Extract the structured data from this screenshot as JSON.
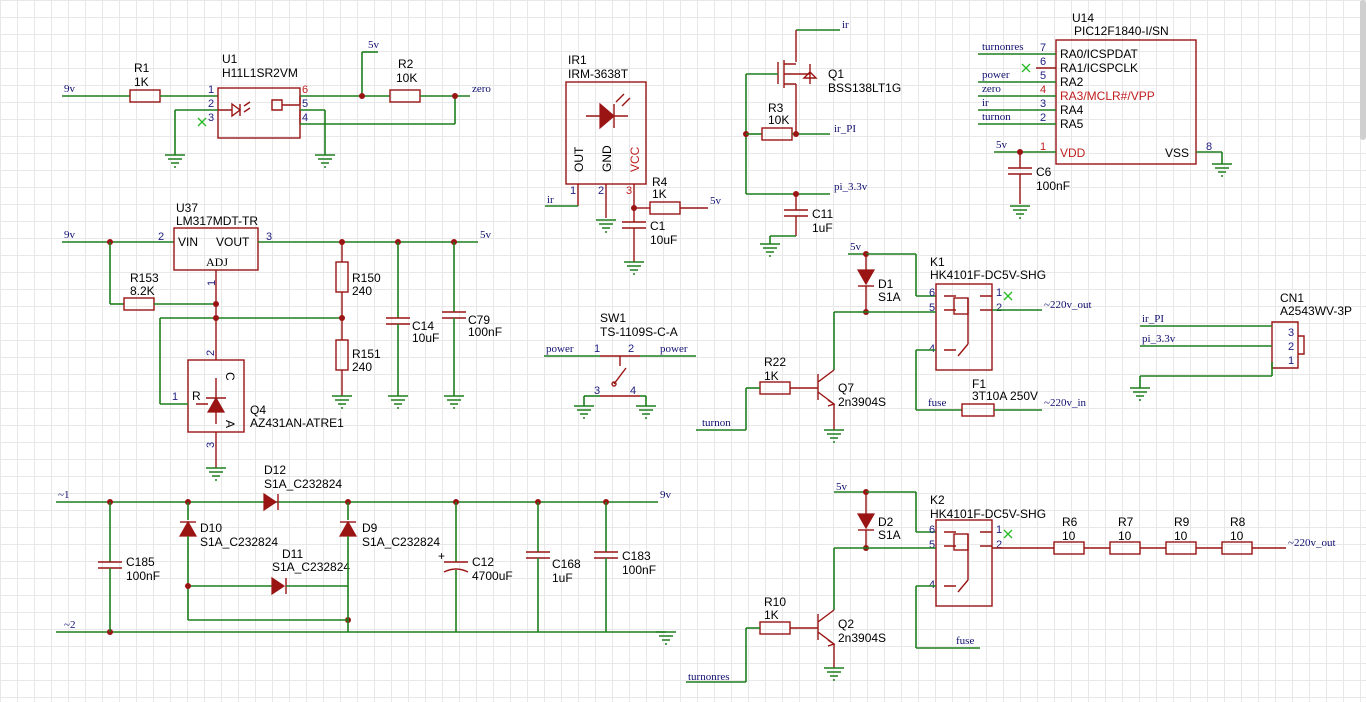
{
  "comps": {
    "R1": {
      "ref": "R1",
      "val": "1K"
    },
    "U1": {
      "ref": "U1",
      "val": "H11L1SR2VM"
    },
    "R2": {
      "ref": "R2",
      "val": "10K"
    },
    "IR1": {
      "ref": "IR1",
      "val": "IRM-3638T",
      "p1": "OUT",
      "p2": "GND",
      "p3": "VCC"
    },
    "C1": {
      "ref": "C1",
      "val": "10uF"
    },
    "R4": {
      "ref": "R4",
      "val": "1K"
    },
    "Q1": {
      "ref": "Q1",
      "val": "BSS138LT1G"
    },
    "R3": {
      "ref": "R3",
      "val": "10K"
    },
    "C11": {
      "ref": "C11",
      "val": "1uF"
    },
    "U14": {
      "ref": "U14",
      "val": "PIC12F1840-I/SN",
      "p7": "RA0/ICSPDAT",
      "p6": "RA1/ICSPCLK",
      "p5": "RA2",
      "p4": "RA3/MCLR#/VPP",
      "p3": "RA4",
      "p2": "RA5",
      "p1": "VDD",
      "p8": "VSS"
    },
    "C6": {
      "ref": "C6",
      "val": "100nF"
    },
    "U37": {
      "ref": "U37",
      "val": "LM317MDT-TR",
      "vin": "VIN",
      "vout": "VOUT",
      "adj": "ADJ"
    },
    "R153": {
      "ref": "R153",
      "val": "8.2K"
    },
    "R150": {
      "ref": "R150",
      "val": "240"
    },
    "R151": {
      "ref": "R151",
      "val": "240"
    },
    "C14": {
      "ref": "C14",
      "val": "10uF"
    },
    "C79": {
      "ref": "C79",
      "val": "100nF"
    },
    "Q4": {
      "ref": "Q4",
      "val": "AZ431AN-ATRE1",
      "r": "R",
      "c": "C",
      "a": "A"
    },
    "SW1": {
      "ref": "SW1",
      "val": "TS-1109S-C-A"
    },
    "D1": {
      "ref": "D1",
      "val": "S1A"
    },
    "K1": {
      "ref": "K1",
      "val": "HK4101F-DC5V-SHG"
    },
    "R22": {
      "ref": "R22",
      "val": "1K"
    },
    "Q7": {
      "ref": "Q7",
      "val": "2n3904S"
    },
    "F1": {
      "ref": "F1",
      "val": "3T10A 250V"
    },
    "CN1": {
      "ref": "CN1",
      "val": "A2543WV-3P"
    },
    "D12": {
      "ref": "D12",
      "val": "S1A_C232824"
    },
    "D10": {
      "ref": "D10",
      "val": "S1A_C232824"
    },
    "D9": {
      "ref": "D9",
      "val": "S1A_C232824"
    },
    "D11": {
      "ref": "D11",
      "val": "S1A_C232824"
    },
    "C185": {
      "ref": "C185",
      "val": "100nF"
    },
    "C12": {
      "ref": "C12",
      "val": "4700uF"
    },
    "C168": {
      "ref": "C168",
      "val": "1uF"
    },
    "C183": {
      "ref": "C183",
      "val": "100nF"
    },
    "D2": {
      "ref": "D2",
      "val": "S1A"
    },
    "K2": {
      "ref": "K2",
      "val": "HK4101F-DC5V-SHG"
    },
    "R6": {
      "ref": "R6",
      "val": "10"
    },
    "R7": {
      "ref": "R7",
      "val": "10"
    },
    "R9": {
      "ref": "R9",
      "val": "10"
    },
    "R8": {
      "ref": "R8",
      "val": "10"
    },
    "R10": {
      "ref": "R10",
      "val": "1K"
    },
    "Q2": {
      "ref": "Q2",
      "val": "2n3904S"
    }
  },
  "nets": {
    "9v": "9v",
    "5v": "5v",
    "zero": "zero",
    "ir": "ir",
    "ir_PI": "ir_PI",
    "pi_3_3v": "pi_3.3v",
    "turnonres": "turnonres",
    "power": "power",
    "turnon": "turnon",
    "fuse": "fuse",
    "out220": "~220v_out",
    "in220": "~220v_in",
    "ac1": "~1",
    "ac2": "~2"
  },
  "pins": {
    "n1": "1",
    "n2": "2",
    "n3": "3",
    "n4": "4",
    "n5": "5",
    "n6": "6",
    "n7": "7",
    "n8": "8"
  },
  "colors": {
    "wire": "#1e7f1e",
    "part": "#9a1414",
    "net": "#101070",
    "pin": "#202080",
    "power_pin": "#c02020"
  }
}
